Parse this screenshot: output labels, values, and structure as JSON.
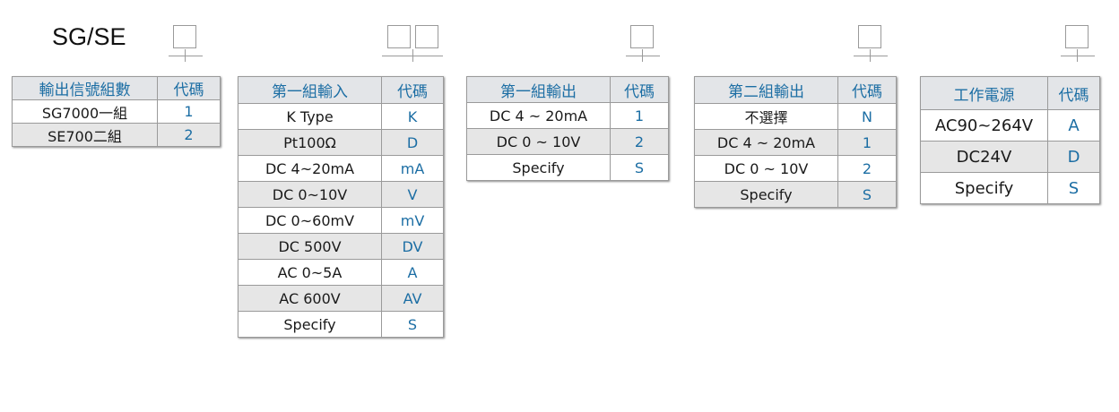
{
  "model_title": "SG/SE",
  "table1": {
    "headers": [
      "輸出信號組數",
      "代碼"
    ],
    "rows": [
      [
        "SG7000一組",
        "1"
      ],
      [
        "SE700二組",
        "2"
      ]
    ]
  },
  "table2": {
    "headers": [
      "第一組輸入",
      "代碼"
    ],
    "rows": [
      [
        "K Type",
        "K"
      ],
      [
        "Pt100Ω",
        "D"
      ],
      [
        "DC 4~20mA",
        "mA"
      ],
      [
        "DC 0~10V",
        "V"
      ],
      [
        "DC 0~60mV",
        "mV"
      ],
      [
        "DC 500V",
        "DV"
      ],
      [
        "AC 0~5A",
        "A"
      ],
      [
        "AC 600V",
        "AV"
      ],
      [
        "Specify",
        "S"
      ]
    ]
  },
  "table3": {
    "headers": [
      "第一組輸出",
      "代碼"
    ],
    "rows": [
      [
        "DC  4 ~ 20mA",
        "1"
      ],
      [
        "DC  0  ~ 10V",
        "2"
      ],
      [
        "Specify",
        "S"
      ]
    ]
  },
  "table4": {
    "headers": [
      "第二組輸出",
      "代碼"
    ],
    "rows": [
      [
        "不選擇",
        "N"
      ],
      [
        "DC  4 ~ 20mA",
        "1"
      ],
      [
        "DC  0  ~ 10V",
        "2"
      ],
      [
        "Specify",
        "S"
      ]
    ]
  },
  "table5": {
    "headers": [
      "工作電源",
      "代碼"
    ],
    "rows": [
      [
        "AC90~264V",
        "A"
      ],
      [
        "DC24V",
        "D"
      ],
      [
        "Specify",
        "S"
      ]
    ]
  },
  "colors": {
    "header_text": "#1c6ea4",
    "code_text": "#1c6ea4",
    "shade_row": "#e6e6e6",
    "header_bg": "#e3e5e8",
    "border": "#9a9a9a"
  }
}
